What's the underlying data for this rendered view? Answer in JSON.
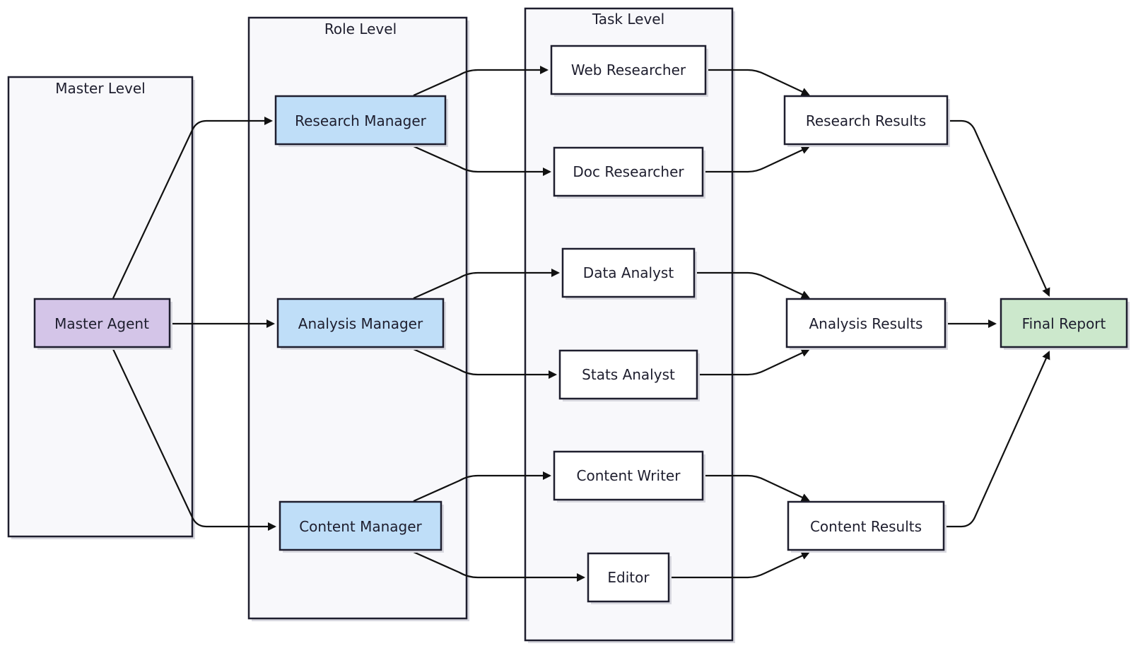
{
  "groups": {
    "master": {
      "label": "Master Level"
    },
    "role": {
      "label": "Role Level"
    },
    "task": {
      "label": "Task Level"
    }
  },
  "nodes": {
    "master_agent": {
      "label": "Master Agent",
      "color": "#d4c5e8"
    },
    "research_manager": {
      "label": "Research Manager",
      "color": "#bfdef8"
    },
    "analysis_manager": {
      "label": "Analysis Manager",
      "color": "#bfdef8"
    },
    "content_manager": {
      "label": "Content Manager",
      "color": "#bfdef8"
    },
    "web_researcher": {
      "label": "Web Researcher",
      "color": "#ffffff"
    },
    "doc_researcher": {
      "label": "Doc Researcher",
      "color": "#ffffff"
    },
    "data_analyst": {
      "label": "Data Analyst",
      "color": "#ffffff"
    },
    "stats_analyst": {
      "label": "Stats Analyst",
      "color": "#ffffff"
    },
    "content_writer": {
      "label": "Content Writer",
      "color": "#ffffff"
    },
    "editor": {
      "label": "Editor",
      "color": "#ffffff"
    },
    "research_results": {
      "label": "Research Results",
      "color": "#ffffff"
    },
    "analysis_results": {
      "label": "Analysis Results",
      "color": "#ffffff"
    },
    "content_results": {
      "label": "Content Results",
      "color": "#ffffff"
    },
    "final_report": {
      "label": "Final Report",
      "color": "#cce8cc"
    }
  }
}
